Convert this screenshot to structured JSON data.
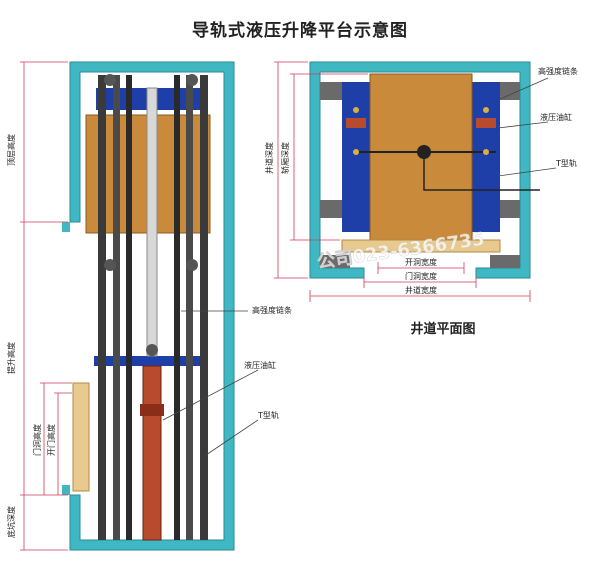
{
  "title": "导轨式液压升降平台示意图",
  "plan_caption": "井道平面图",
  "elevation_labels": {
    "top_height": "顶层高度",
    "lift_height": "提升高度",
    "door_opening_height": "门洞高度",
    "door_height": "开门高度",
    "pit_depth": "底坑深度",
    "chain": "高强度链条",
    "cylinder": "液压油缸",
    "rail": "T型轨"
  },
  "plan_labels": {
    "shaft_depth": "井道深度",
    "car_depth": "轿厢深度",
    "chain": "高强度链条",
    "cylinder": "液压油缸",
    "rail": "T型轨",
    "door_opening_width": "开洞宽度",
    "door_width": "门洞宽度",
    "shaft_width": "井道宽度"
  },
  "watermark": "公司023-6366735",
  "colors": {
    "wall": "#3fb8c4",
    "car": "#c98a3c",
    "steel": "#1f3fa8",
    "cylinder": "#b84a2e",
    "rail": "#3a3a3a",
    "dimension": "#d23a5a"
  }
}
